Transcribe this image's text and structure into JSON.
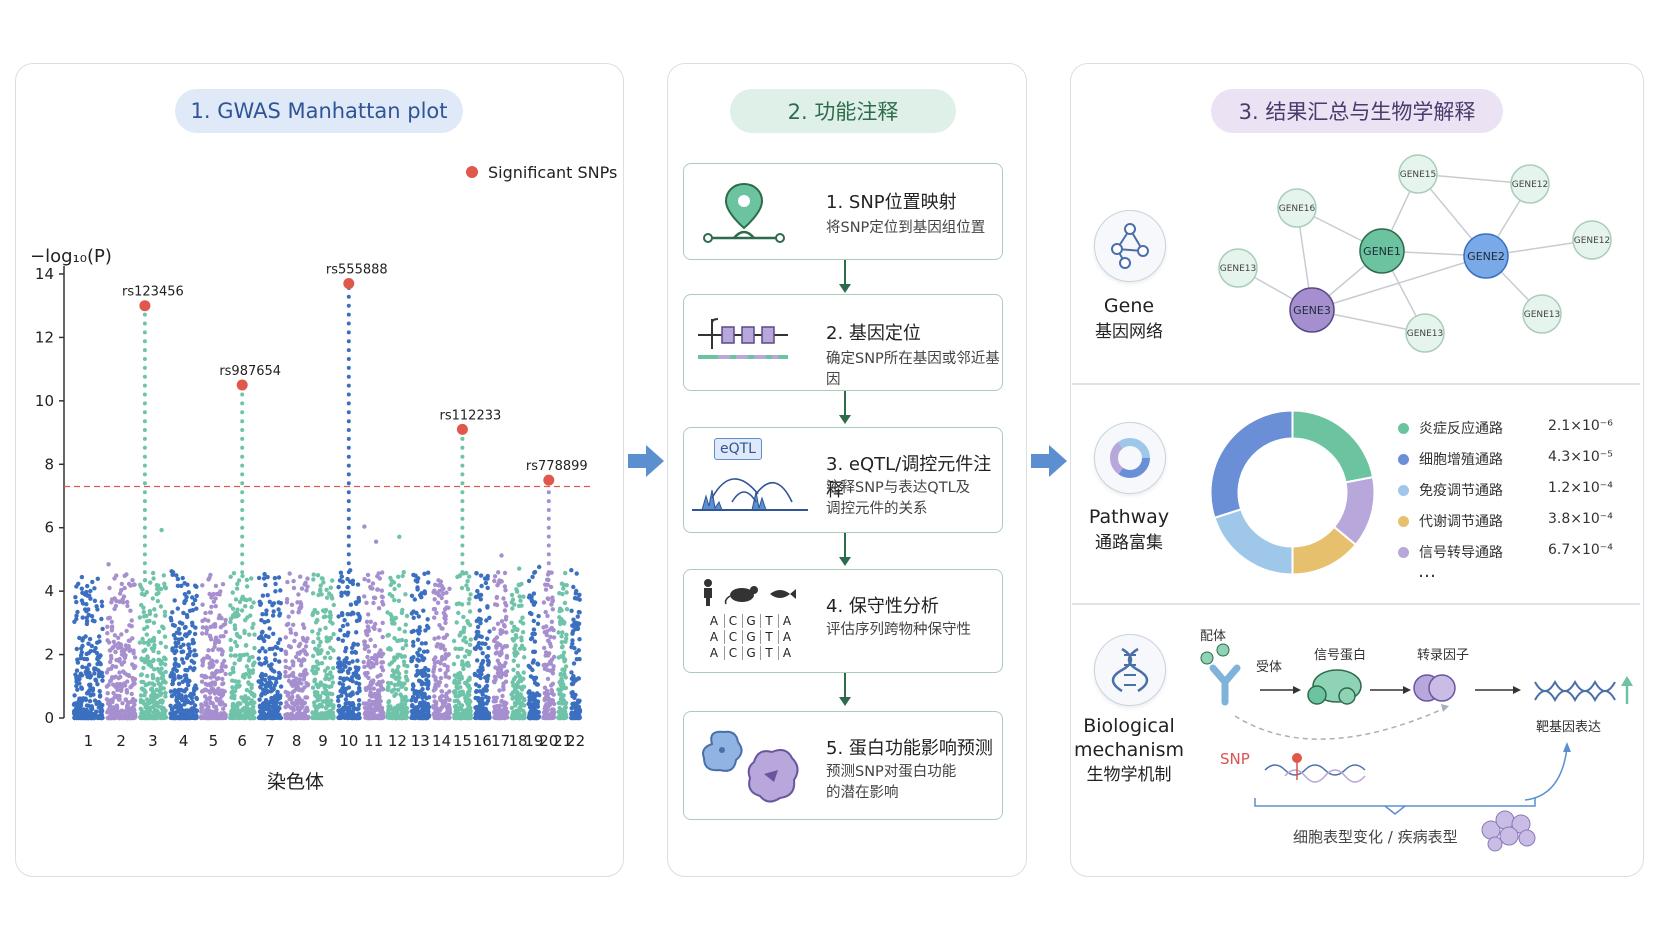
{
  "panels": {
    "p1_title": "1. GWAS Manhattan plot",
    "p2_title": "2. 功能注释",
    "p3_title": "3. 结果汇总与生物学解释"
  },
  "chart_data": {
    "type": "scatter",
    "title": "",
    "ylabel": "−log₁₀(P)",
    "xlabel": "染色体",
    "ylim": [
      0,
      14
    ],
    "yticks": [
      0,
      2,
      4,
      6,
      8,
      10,
      12,
      14
    ],
    "categories": [
      "1",
      "2",
      "3",
      "4",
      "5",
      "6",
      "7",
      "8",
      "9",
      "10",
      "11",
      "12",
      "13",
      "14",
      "15",
      "16",
      "17",
      "18",
      "19",
      "20",
      "21",
      "22"
    ],
    "threshold": 7.3,
    "legend": {
      "label": "Significant SNPs",
      "color": "#e0574b",
      "placement": "top-right"
    },
    "series_colors": [
      "#3b6fbf",
      "#a68fcf",
      "#6fc3a9"
    ],
    "significant_snps": [
      {
        "id": "rs123456",
        "chr": 3,
        "value": 13.0
      },
      {
        "id": "rs987654",
        "chr": 6,
        "value": 10.5
      },
      {
        "id": "rs555888",
        "chr": 10,
        "value": 13.7
      },
      {
        "id": "rs112233",
        "chr": 15,
        "value": 9.1
      },
      {
        "id": "rs778899",
        "chr": 20,
        "value": 7.5
      }
    ]
  },
  "steps": [
    {
      "title": "1. SNP位置映射",
      "desc": [
        "将SNP定位到基因组位置"
      ]
    },
    {
      "title": "2. 基因定位",
      "desc": [
        "确定SNP所在基因或邻近基因"
      ]
    },
    {
      "title": "3. eQTL/调控元件注释",
      "desc": [
        "注释SNP与表达QTL及",
        "调控元件的关系"
      ],
      "badge": "eQTL"
    },
    {
      "title": "4. 保守性分析",
      "desc": [
        "评估序列跨物种保守性"
      ],
      "seq": [
        "A",
        "C",
        "G",
        "T",
        "A"
      ]
    },
    {
      "title": "5. 蛋白功能影响预测",
      "desc": [
        "预测SNP对蛋白功能",
        "的潜在影响"
      ]
    }
  ],
  "gene_network": {
    "label_en": "Gene",
    "label_zh": "基因网络",
    "nodes": [
      "GENE1",
      "GENE2",
      "GENE3",
      "GENE15",
      "GENE12",
      "GENE16",
      "GENE12",
      "GENE13",
      "GENE13",
      "GENE13"
    ]
  },
  "pathway": {
    "label_en": "Pathway",
    "label_zh": "通路富集",
    "items": [
      {
        "name": "炎症反应通路",
        "p": "2.1×10⁻⁶",
        "color": "#6cc3a0",
        "share": 0.22
      },
      {
        "name": "细胞增殖通路",
        "p": "4.3×10⁻⁵",
        "color": "#6b8fd6",
        "share": 0.3
      },
      {
        "name": "免疫调节通路",
        "p": "1.2×10⁻⁴",
        "color": "#9fc7e9",
        "share": 0.2
      },
      {
        "name": "代谢调节通路",
        "p": "3.8×10⁻⁴",
        "color": "#e7c06d",
        "share": 0.14
      },
      {
        "name": "信号转导通路",
        "p": "6.7×10⁻⁴",
        "color": "#b8a7da",
        "share": 0.14
      }
    ],
    "more": "…"
  },
  "mechanism": {
    "label_en": [
      "Biological",
      "mechanism"
    ],
    "label_zh": "生物学机制",
    "ligand": "配体",
    "receptor": "受体",
    "signal": "信号蛋白",
    "tf": "转录因子",
    "target": "靶基因表达",
    "snp": "SNP",
    "phenotype": "细胞表型变化 / 疾病表型"
  }
}
